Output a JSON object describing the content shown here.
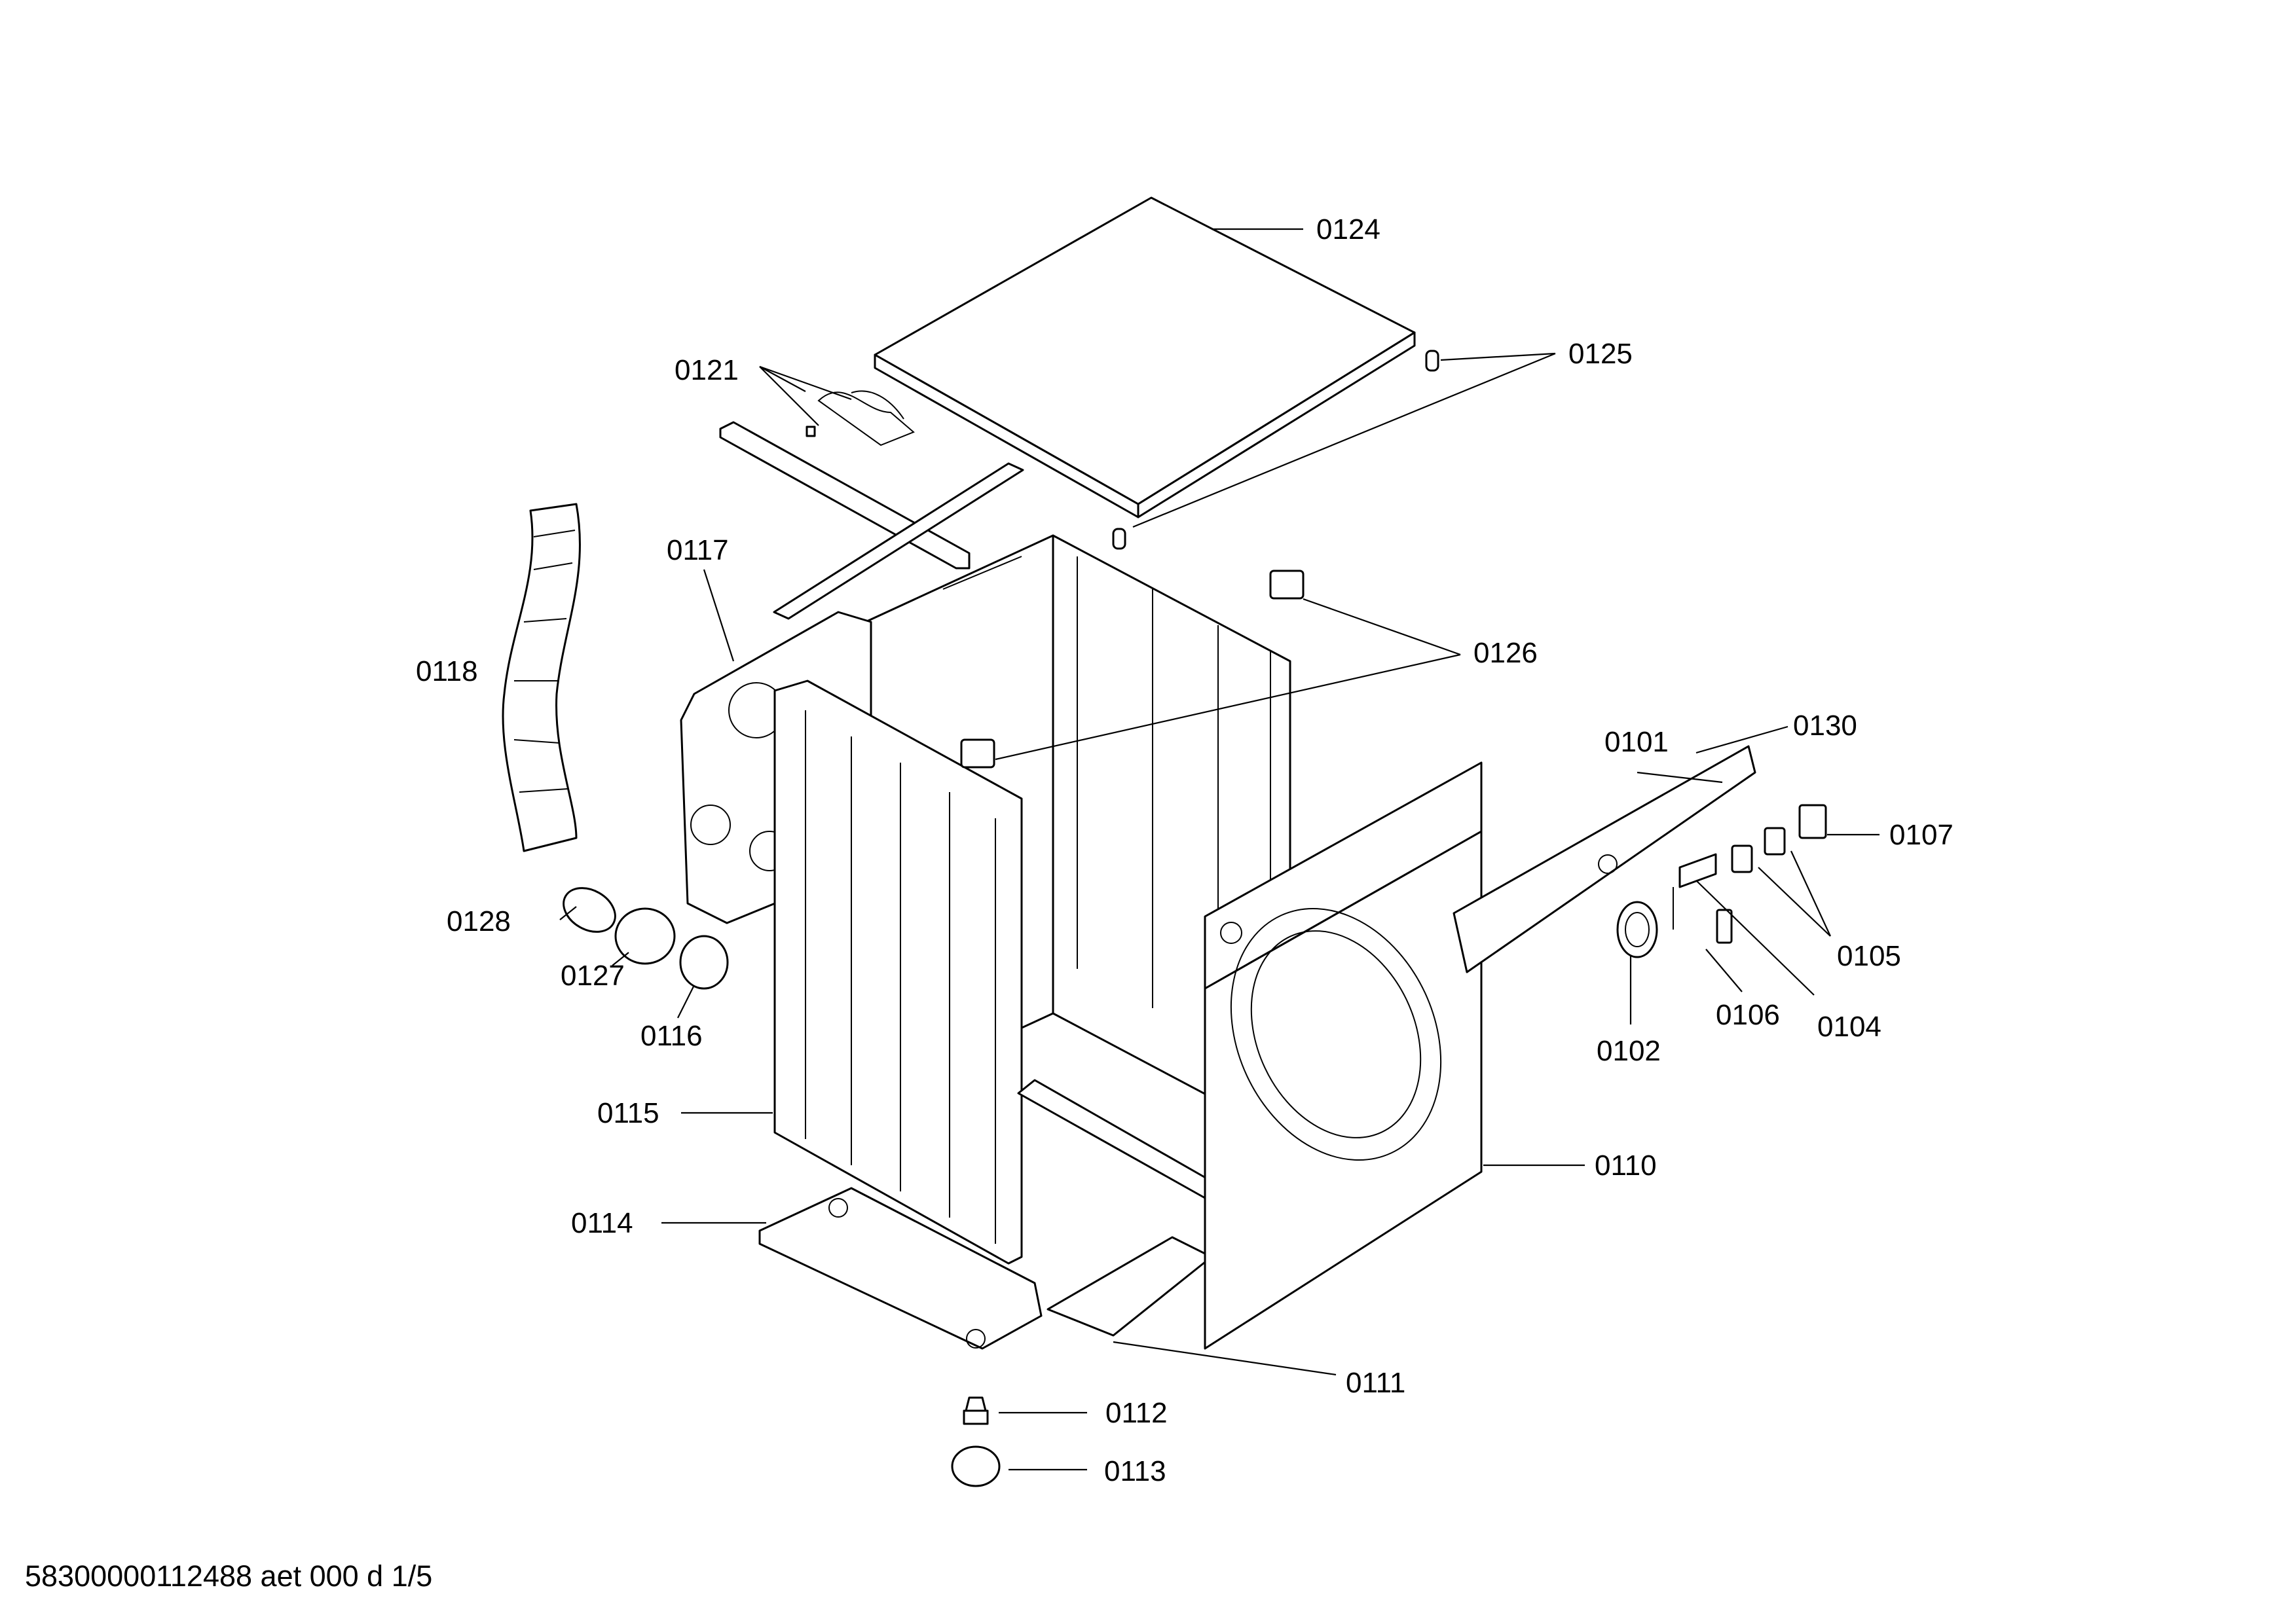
{
  "labels": {
    "p0124": "0124",
    "p0121": "0121",
    "p0125": "0125",
    "p0117": "0117",
    "p0118": "0118",
    "p0126": "0126",
    "p0101": "0101",
    "p0130": "0130",
    "p0107": "0107",
    "p0128": "0128",
    "p0127": "0127",
    "p0116": "0116",
    "p0105": "0105",
    "p0106": "0106",
    "p0104": "0104",
    "p0102": "0102",
    "p0115": "0115",
    "p0110": "0110",
    "p0114": "0114",
    "p0111": "0111",
    "p0112": "0112",
    "p0113": "0113"
  },
  "footer": "58300000112488 aet 000 d 1/5"
}
